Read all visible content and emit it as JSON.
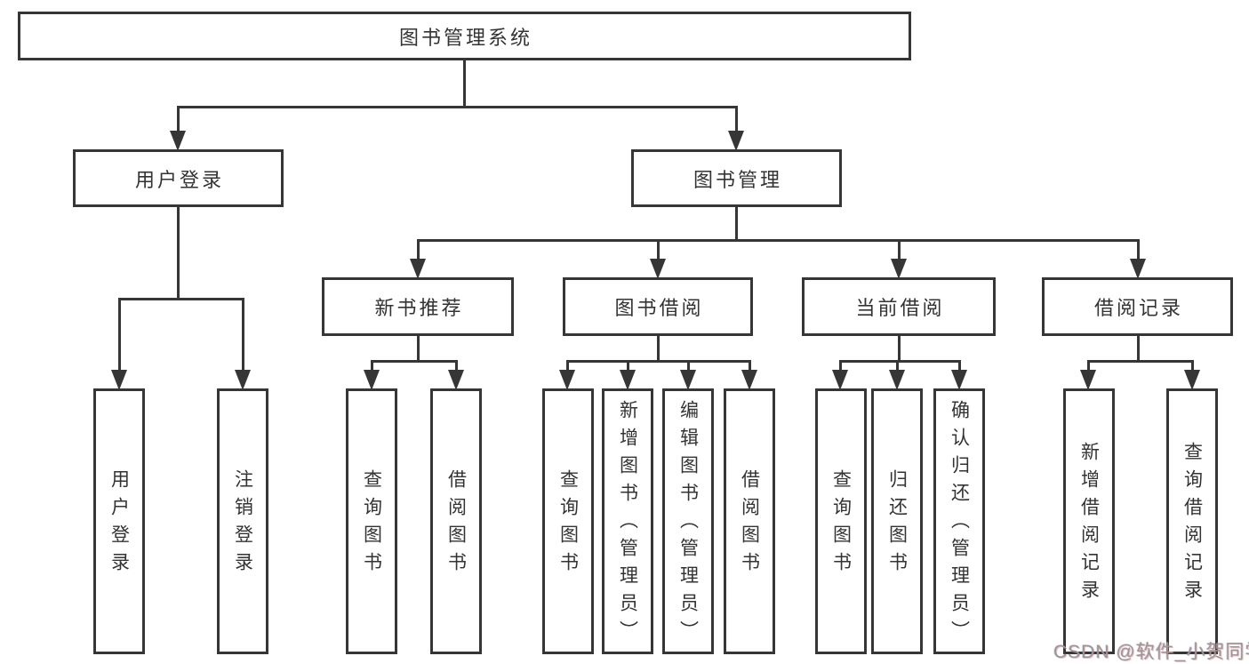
{
  "diagram": {
    "type": "functional-structure-tree",
    "title": "图书管理系统",
    "tree": {
      "label": "图书管理系统",
      "children": [
        {
          "label": "用户登录",
          "children": [
            {
              "label": "用户登录"
            },
            {
              "label": "注销登录"
            }
          ]
        },
        {
          "label": "图书管理",
          "children": [
            {
              "label": "新书推荐",
              "children": [
                {
                  "label": "查询图书"
                },
                {
                  "label": "借阅图书"
                }
              ]
            },
            {
              "label": "图书借阅",
              "children": [
                {
                  "label": "查询图书"
                },
                {
                  "label": "新增图书（管理员）"
                },
                {
                  "label": "编辑图书（管理员）"
                },
                {
                  "label": "借阅图书"
                }
              ]
            },
            {
              "label": "当前借阅",
              "children": [
                {
                  "label": "查询图书"
                },
                {
                  "label": "归还图书"
                },
                {
                  "label": "确认归还（管理员）"
                }
              ]
            },
            {
              "label": "借阅记录",
              "children": [
                {
                  "label": "新增借阅记录"
                },
                {
                  "label": "查询借阅记录"
                }
              ]
            }
          ]
        }
      ]
    },
    "colors": {
      "line": "#363636",
      "box_border": "#363636",
      "box_fill": "#ffffff",
      "text": "#333333",
      "background": "#ffffff",
      "watermark": "#979797"
    }
  },
  "watermark": {
    "text": "CSDN @软件_小贺同学"
  }
}
